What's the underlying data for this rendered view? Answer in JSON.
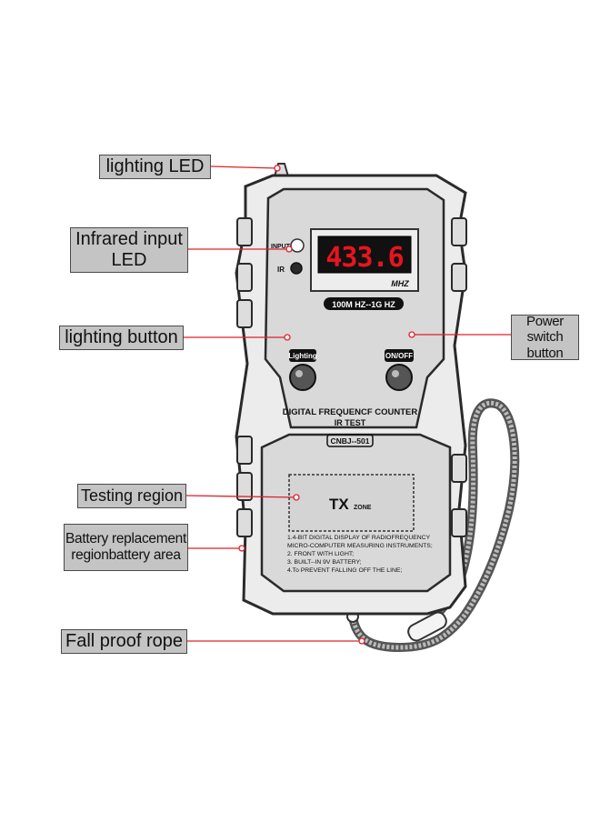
{
  "callouts": {
    "lighting_led": "lighting LED",
    "infrared_input_line1": "Infrared input",
    "infrared_input_line2": "LED",
    "lighting_button": "lighting button",
    "power_switch_line1": "Power switch",
    "power_switch_line2": "button",
    "testing_region": "Testing region",
    "battery_line1": "Battery replacement",
    "battery_line2": "regionbattery area",
    "fall_proof_rope": "Fall proof rope"
  },
  "device": {
    "input_label": "INPUT",
    "ir_label": "IR",
    "display_value": "433.6",
    "display_unit": "MHZ",
    "range_label": "100M HZ--1G HZ",
    "lighting_button_label": "Lighting",
    "onoff_button_label": "ON/OFF",
    "title": "DIGITAL FREQUENCF COUNTER",
    "subtitle": "IR TEST",
    "model": "CNBJ--501",
    "tx_label": "TX",
    "zone_label": "ZONE",
    "features": [
      "1.4-BIT DIGITAL DISPLAY OF RADIOFREQUENCY",
      "MICRO-COMPUTER MEASURING INSTRUMENTS;",
      "2. FRONT WITH LIGHT;",
      "3. BUILT--IN 9V BATTERY;",
      "4.To PREVENT FALLING OFF THE LINE;"
    ]
  },
  "colors": {
    "callout_bg": "#c4c4c4",
    "leader_line": "#e0202a",
    "display_digits": "#e8141e",
    "display_bg": "#111111",
    "body_fill": "#d9d9d9"
  }
}
